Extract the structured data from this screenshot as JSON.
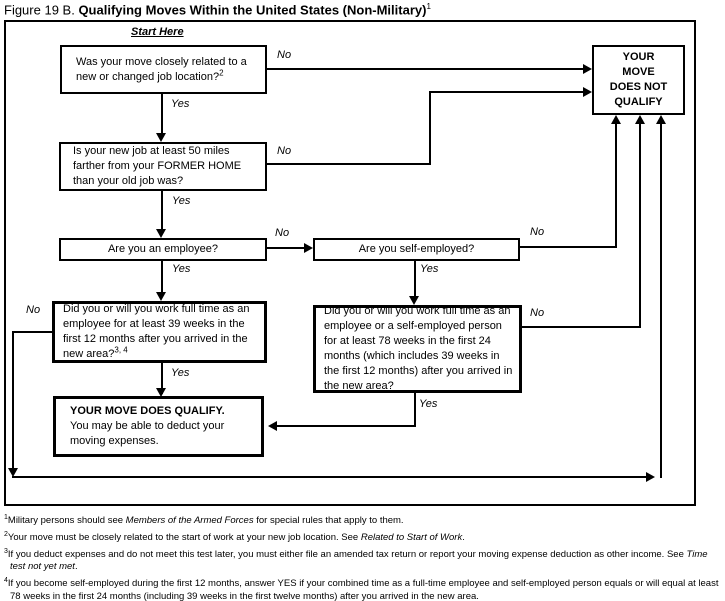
{
  "title": {
    "figure_label": "Figure 19 B. ",
    "main": "Qualifying Moves Within the United States (Non-Military)",
    "footnote_ref": "1"
  },
  "flowchart": {
    "start_here": "Start Here",
    "labels": {
      "yes": "Yes",
      "no": "No"
    },
    "nodes": {
      "job_location": {
        "text": "Was your move closely related to a new or changed job location?",
        "footnote_ref": "2"
      },
      "fifty_miles": {
        "text": "Is your new job at least 50 miles farther from your FORMER HOME than your old job was?"
      },
      "employee": {
        "text": "Are you an employee?"
      },
      "self_employed": {
        "text": "Are you self-employed?"
      },
      "weeks_39": {
        "text": "Did you or will you work full time as an employee for at least 39 weeks in the first 12 months after you arrived in the new area?",
        "footnote_ref": "3, 4"
      },
      "weeks_78": {
        "text": "Did you or will you work full time as an employee or a self-employed person for at least 78 weeks in the first 24 months (which includes 39 weeks in the first 12 months) after you arrived in the new area?"
      },
      "qualify": {
        "title": "YOUR MOVE DOES QUALIFY.",
        "body": "You may be able to deduct your moving expenses."
      },
      "not_qualify": {
        "lines": [
          "YOUR",
          "MOVE",
          "DOES NOT",
          "QUALIFY"
        ]
      }
    }
  },
  "footnotes": [
    {
      "ref": "1",
      "pre": "Military persons should see ",
      "italic": "Members of the Armed Forces",
      "post": " for special rules that apply to them."
    },
    {
      "ref": "2",
      "pre": "Your move must be closely related to the start of work at your new job location. See ",
      "italic": "Related to Start of Work",
      "post": "."
    },
    {
      "ref": "3",
      "pre": "If you deduct expenses and do not meet this test later, you must either file an amended tax return or report your moving expense deduction as other income. See ",
      "italic": "Time test not yet met",
      "post": "."
    },
    {
      "ref": "4",
      "pre": "If you become self-employed during the first 12 months, answer YES if your combined time as a full-time employee and self-employed person equals or will equal at least 78 weeks in the first 24 months (including 39 weeks in the first twelve months) after you arrived in the new area.",
      "italic": "",
      "post": ""
    }
  ]
}
